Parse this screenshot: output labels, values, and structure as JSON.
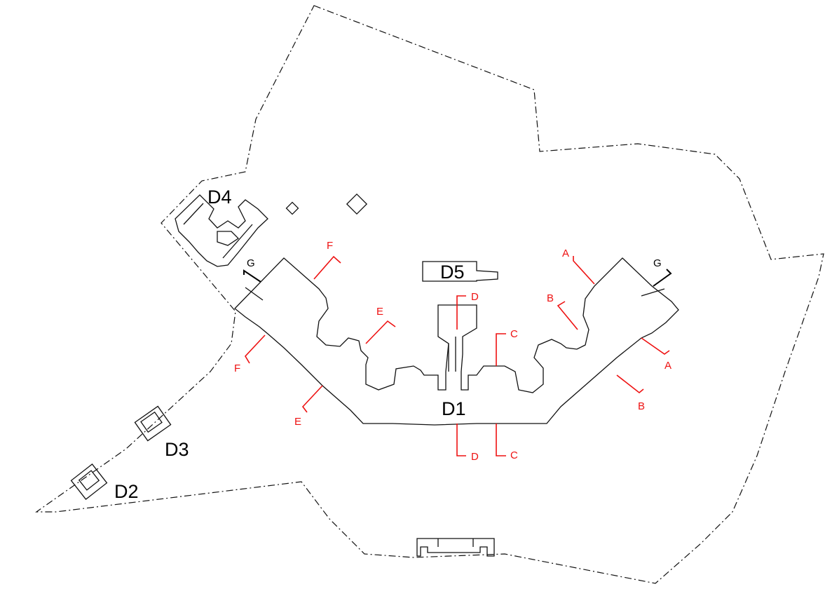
{
  "colors": {
    "line": "#111111",
    "section_red": "#ee1111",
    "section_black": "#000000",
    "background": "#ffffff"
  },
  "buildings": {
    "d1": "D1",
    "d2": "D2",
    "d3": "D3",
    "d4": "D4",
    "d5": "D5"
  },
  "sections": {
    "a": "A",
    "b": "B",
    "c": "C",
    "d": "D",
    "e": "E",
    "f": "F",
    "g": "G"
  }
}
